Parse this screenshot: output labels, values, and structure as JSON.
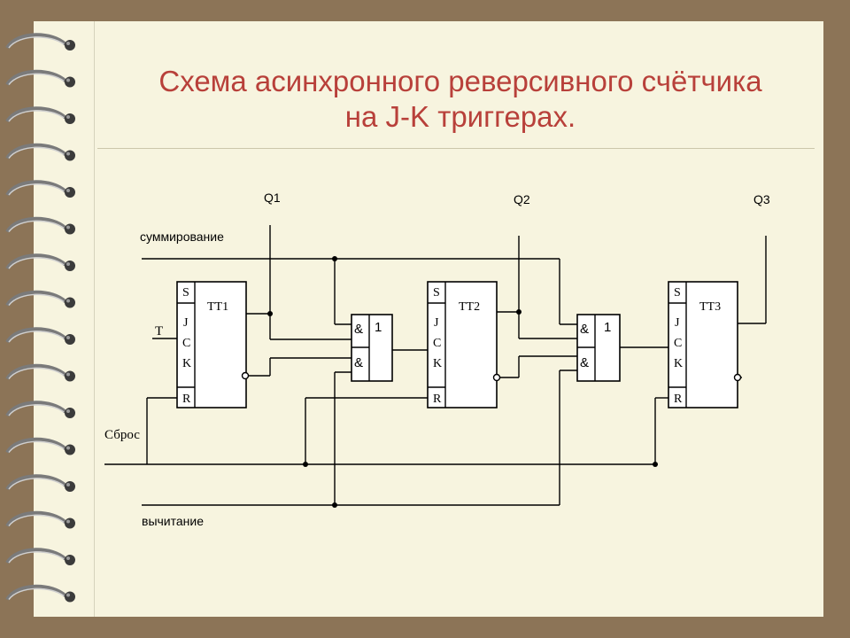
{
  "title": {
    "line1": "Схема асинхронного реверсивного счётчика",
    "line2": "на J-K триггерах."
  },
  "colors": {
    "background": "#8c7457",
    "paper": "#f7f4df",
    "title": "#b8403a",
    "wire": "#000000"
  },
  "signals": {
    "sum": "суммирование",
    "sub": "вычитание",
    "reset": "Сброс",
    "clock": "T"
  },
  "outputs": [
    "Q1",
    "Q2",
    "Q3"
  ],
  "flipflops": [
    {
      "name": "TT1",
      "pins": [
        "S",
        "J",
        "C",
        "K",
        "R"
      ]
    },
    {
      "name": "TT2",
      "pins": [
        "S",
        "J",
        "C",
        "K",
        "R"
      ]
    },
    {
      "name": "TT3",
      "pins": [
        "S",
        "J",
        "C",
        "K",
        "R"
      ]
    }
  ],
  "gates": [
    {
      "and_top": "&",
      "and_bottom": "&",
      "or": "1"
    },
    {
      "and_top": "&",
      "and_bottom": "&",
      "or": "1"
    }
  ]
}
